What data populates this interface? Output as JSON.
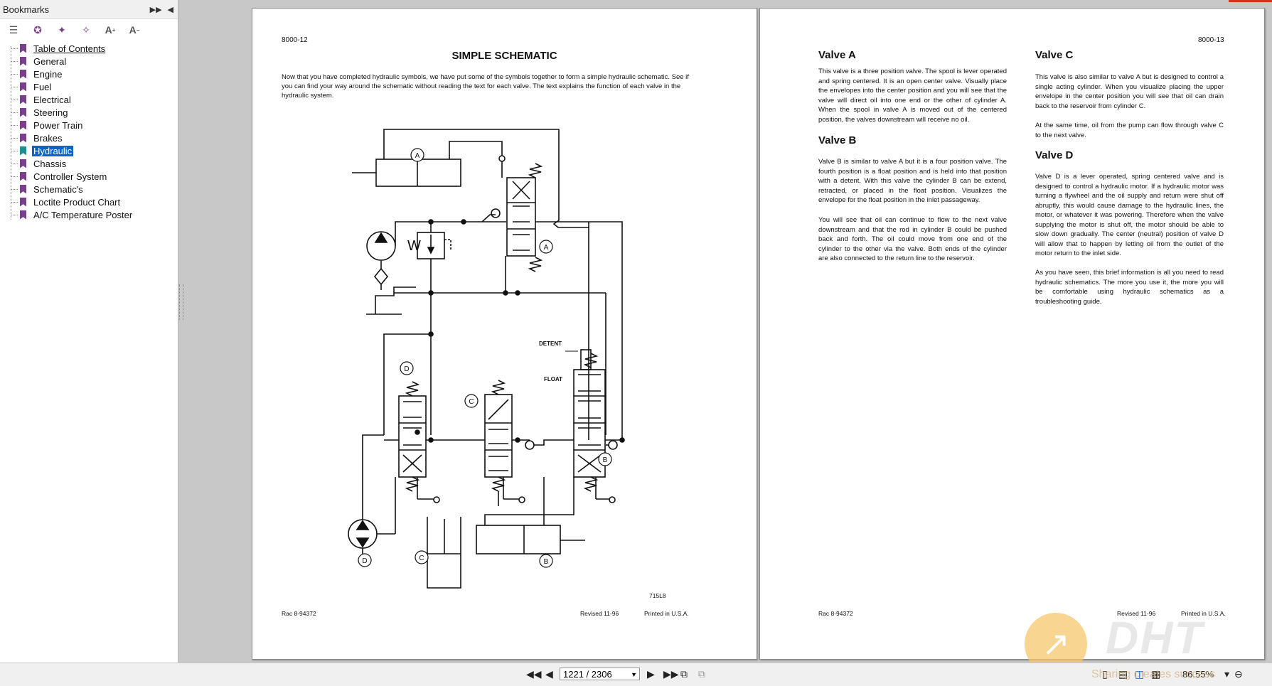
{
  "sidebar": {
    "title": "Bookmarks",
    "bookmarks": [
      {
        "label": "Table of Contents"
      },
      {
        "label": "General"
      },
      {
        "label": "Engine"
      },
      {
        "label": "Fuel"
      },
      {
        "label": "Electrical"
      },
      {
        "label": "Steering"
      },
      {
        "label": "Power Train"
      },
      {
        "label": "Brakes"
      },
      {
        "label": "Hydraulic"
      },
      {
        "label": "Chassis"
      },
      {
        "label": "Controller System"
      },
      {
        "label": "Schematic's"
      },
      {
        "label": "Loctite Product Chart"
      },
      {
        "label": "A/C Temperature Poster"
      }
    ],
    "selected": "Hydraulic"
  },
  "left_page": {
    "page_number": "8000-12",
    "title": "SIMPLE SCHEMATIC",
    "intro": "Now that you have completed hydraulic symbols, we have put some of the symbols together to form a simple hydraulic schematic. See if you can find your way around the schematic without reading the text for each valve. The text explains the function of each valve in the hydraulic system.",
    "labels": {
      "a": "A",
      "b": "B",
      "c": "C",
      "d": "D",
      "detent": "DETENT",
      "float": "FLOAT"
    },
    "figure_code": "715L8",
    "footer_left": "Rac 8-94372",
    "footer_revised": "Revised 11-96",
    "footer_printed": "Printed in U.S.A."
  },
  "right_page": {
    "page_number": "8000-13",
    "valve_a_title": "Valve A",
    "valve_a_text": "This valve is a three position valve. The spool is lever operated and spring centered. It is an open center valve. Visually place the envelopes into the center position and you will see that the valve will direct oil into one end or the other of cylinder A. When the spool in valve A is moved out of the centered position, the valves downstream will receive no oil.",
    "valve_b_title": "Valve B",
    "valve_b_text1": "Valve B is similar to valve A but it is a four position valve. The fourth position is a float position and is held into that position with a detent. With this valve the cylinder B can be extend, retracted, or placed in the float position. Visualizes the envelope for the float position in the inlet passageway.",
    "valve_b_text2": "You will see that oil can continue to flow to the next valve downstream and that the rod in cylinder B could be pushed back and forth. The oil could move from one end of the cylinder to the other via the valve. Both ends of the cylinder are also connected to the return line to the reservoir.",
    "valve_c_title": "Valve C",
    "valve_c_text1": "This valve is also similar to valve A but is designed to control a single acting cylinder. When you visualize placing the upper envelope in the center position you will see that oil can drain back to the reservoir from cylinder C.",
    "valve_c_text2": "At the same time, oil from the pump can flow through valve C to the next valve.",
    "valve_d_title": "Valve D",
    "valve_d_text1": "Valve D is a lever operated, spring centered valve and is designed to control a hydraulic motor. If a hydraulic motor was turning a flywheel and the oil supply and return were shut off abruptly, this would cause damage to the hydraulic lines, the motor, or whatever it was powering. Therefore when the valve supplying the motor is shut off, the motor should be able to slow down gradually. The center (neutral) position of valve D will allow that to happen by letting oil from the outlet of the motor return to the inlet side.",
    "valve_d_text2": "As you have seen, this brief information is all you need to read hydraulic schematics. The more you use it, the more you will be comfortable using hydraulic schematics as a troubleshooting guide.",
    "footer_left": "Rac 8-94372",
    "footer_revised": "Revised 11-96",
    "footer_printed": "Printed in U.S.A."
  },
  "toolbar": {
    "page_display": "1221 / 2306",
    "zoom": "86.55%"
  },
  "watermark": {
    "logo": "DHT",
    "slogan": "Sharing creates success"
  },
  "colors": {
    "bookmark_flag": "#7a3f8a",
    "selected_bg": "#0a64c9",
    "top_accent": "#d9301c"
  }
}
